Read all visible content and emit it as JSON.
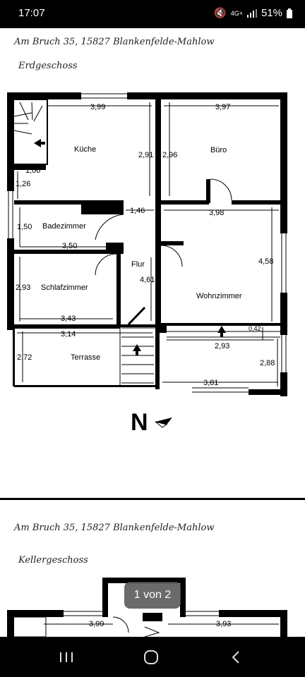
{
  "status_bar": {
    "time": "17:07",
    "network": "4G+",
    "battery": "51%"
  },
  "page1": {
    "address": "Am Bruch 35, 15827 Blankenfelde-Mahlow",
    "floor": "Erdgeschoss",
    "rooms": {
      "kueche": "Küche",
      "buero": "Büro",
      "badezimmer": "Badezimmer",
      "flur": "Flur",
      "schlafzimmer": "Schlafzimmer",
      "wohnzimmer": "Wohnzimmer",
      "terrasse": "Terrasse"
    },
    "dims": {
      "d399": "3,99",
      "d397": "3,97",
      "d291": "2,91",
      "d296": "2,96",
      "d106": "1,06",
      "d126": "1,26",
      "d146": "1,46",
      "d398": "3,98",
      "d150": "1,50",
      "d350": "3,50",
      "d458": "4,58",
      "d293a": "2,93",
      "d461": "4,61",
      "d343": "3,43",
      "d042": "0,42",
      "d314": "3,14",
      "d293b": "2,93",
      "d272": "2,72",
      "d288": "2,88",
      "d381": "3,81"
    },
    "compass": "N"
  },
  "page2": {
    "address": "Am Bruch 35, 15827 Blankenfelde-Mahlow",
    "floor": "Kellergeschoss",
    "dims": {
      "d399": "3,99",
      "d393": "3,93"
    }
  },
  "pager": {
    "label": "1 von 2"
  }
}
